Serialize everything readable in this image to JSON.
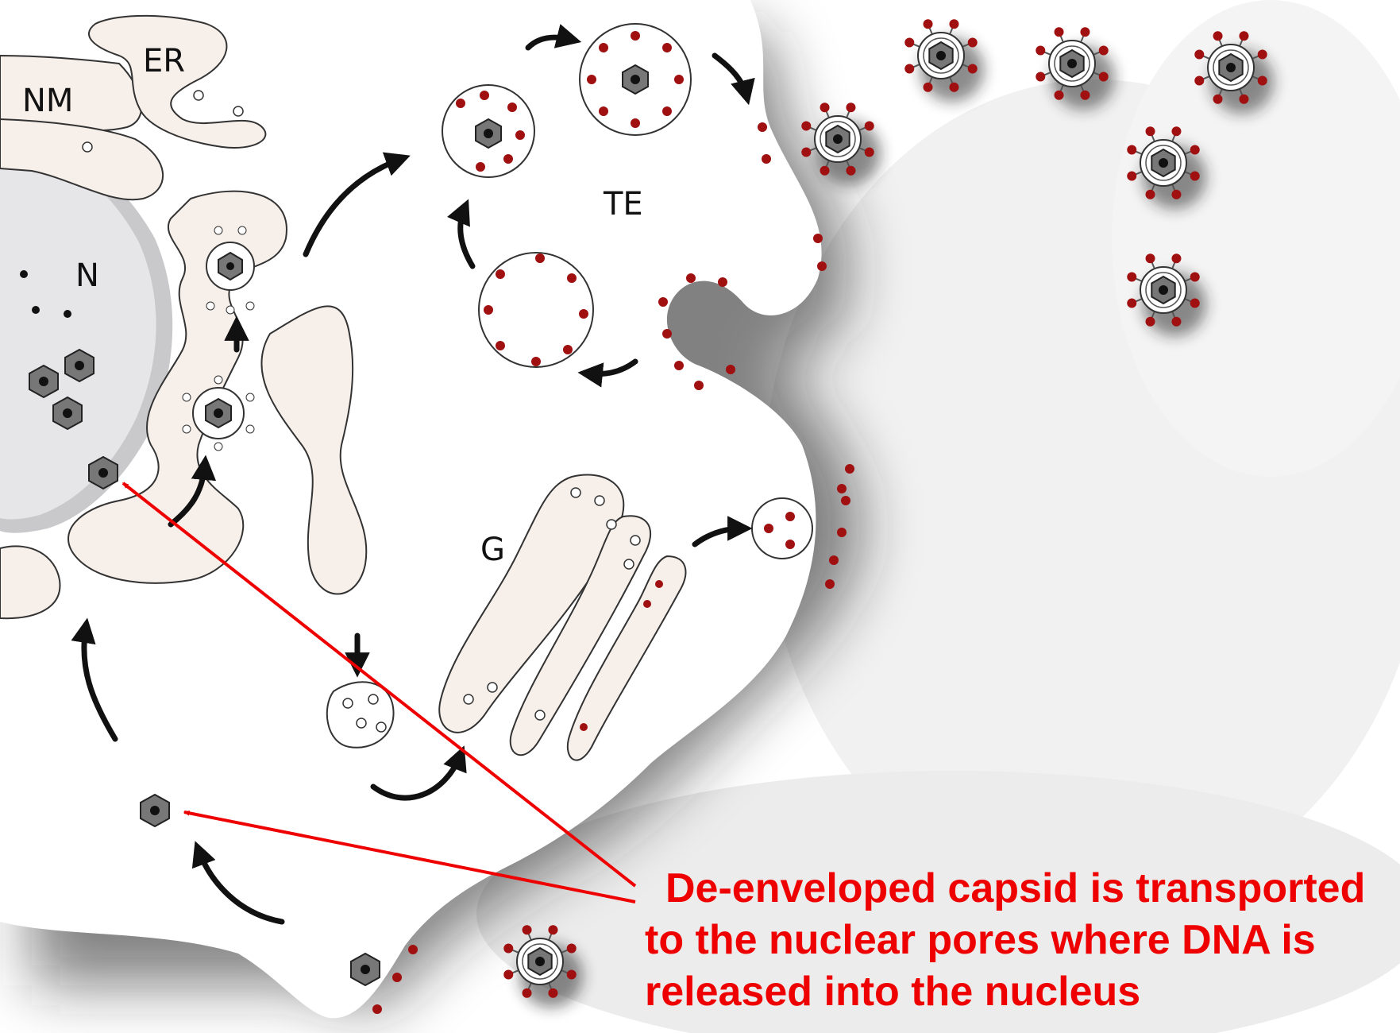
{
  "labels": {
    "nuclear_membrane": "NM",
    "endoplasmic_reticulum": "ER",
    "nucleus": "N",
    "trans_endosome": "TE",
    "golgi": "G"
  },
  "annotation": {
    "line1": "De-enveloped capsid is transported",
    "line2": "to the nuclear pores where DNA is",
    "line3": "released into the nucleus"
  },
  "colors": {
    "annotation": "#ee0000",
    "cell_outline": "#222222",
    "organelle_fill": "#f7efe9",
    "nucleus_fill": "#e6e6e8",
    "glycoprotein": "#a01010",
    "capsid": "#777777",
    "shadow": "#1a1a1a"
  }
}
